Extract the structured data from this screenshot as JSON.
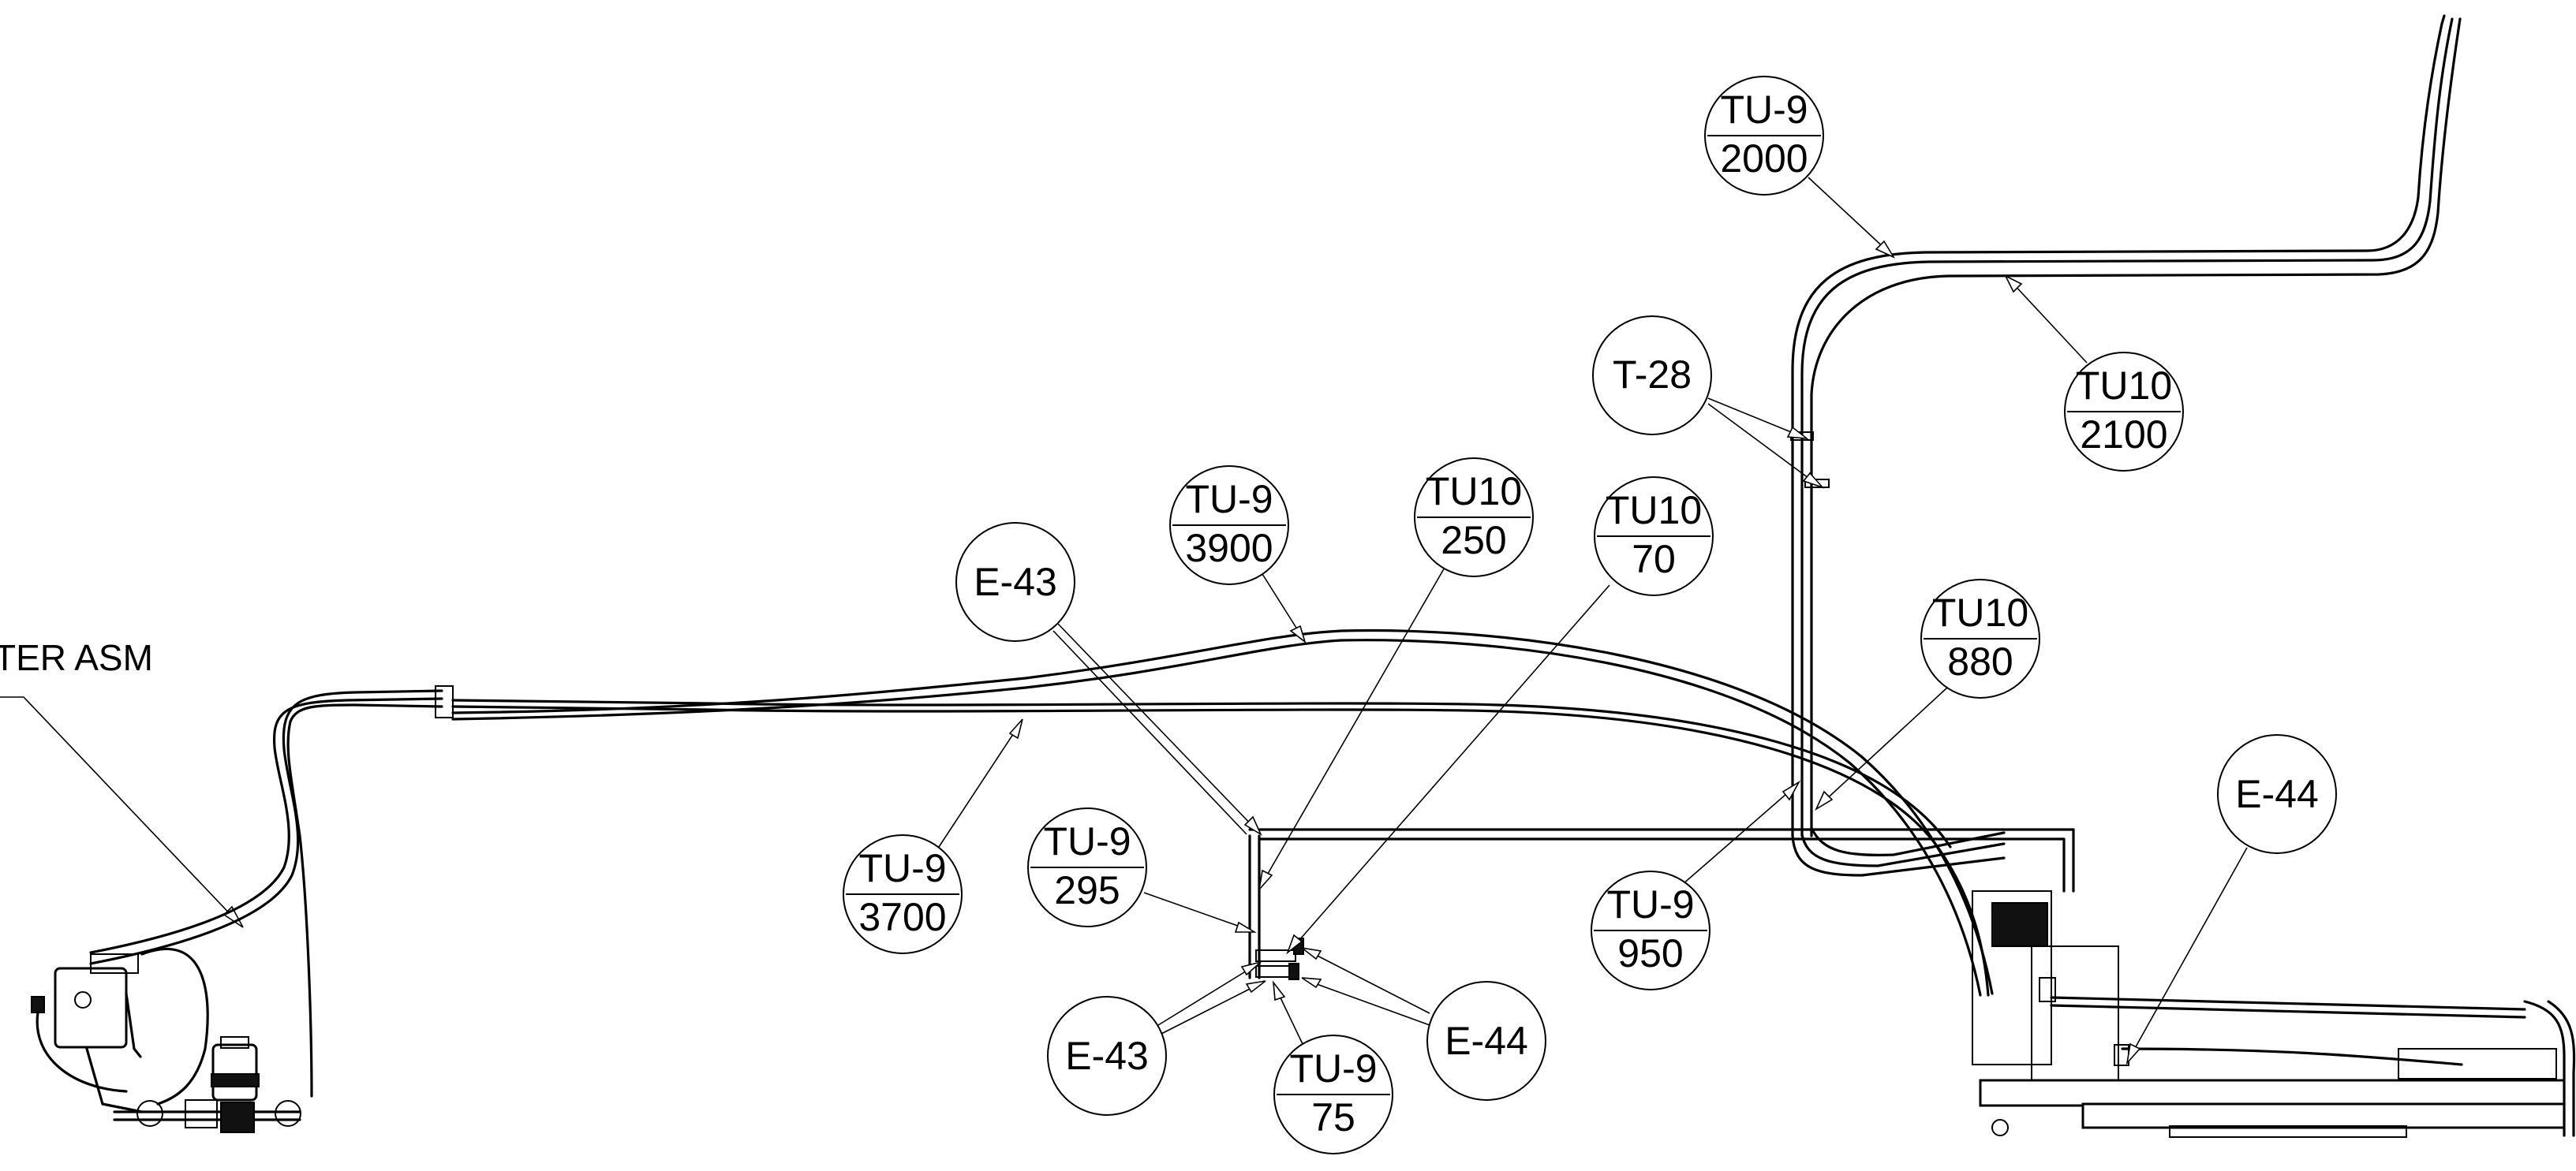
{
  "labels": {
    "assembly": "TER ASM"
  },
  "bubbles": [
    {
      "name": "tu9-2000",
      "top": "TU-9",
      "bottom": "2000"
    },
    {
      "name": "tu10-2100",
      "top": "TU10",
      "bottom": "2100"
    },
    {
      "name": "t28",
      "single": "T-28"
    },
    {
      "name": "tu9-3900",
      "top": "TU-9",
      "bottom": "3900"
    },
    {
      "name": "tu10-250",
      "top": "TU10",
      "bottom": "250"
    },
    {
      "name": "tu10-70",
      "top": "TU10",
      "bottom": "70"
    },
    {
      "name": "e43-upper",
      "single": "E-43"
    },
    {
      "name": "tu10-880",
      "top": "TU10",
      "bottom": "880"
    },
    {
      "name": "e44-right",
      "single": "E-44"
    },
    {
      "name": "tu9-3700",
      "top": "TU-9",
      "bottom": "3700"
    },
    {
      "name": "tu9-295",
      "top": "TU-9",
      "bottom": "295"
    },
    {
      "name": "tu9-950",
      "top": "TU-9",
      "bottom": "950"
    },
    {
      "name": "e43-lower",
      "single": "E-43"
    },
    {
      "name": "tu9-75",
      "top": "TU-9",
      "bottom": "75"
    },
    {
      "name": "e44-lower",
      "single": "E-44"
    }
  ]
}
